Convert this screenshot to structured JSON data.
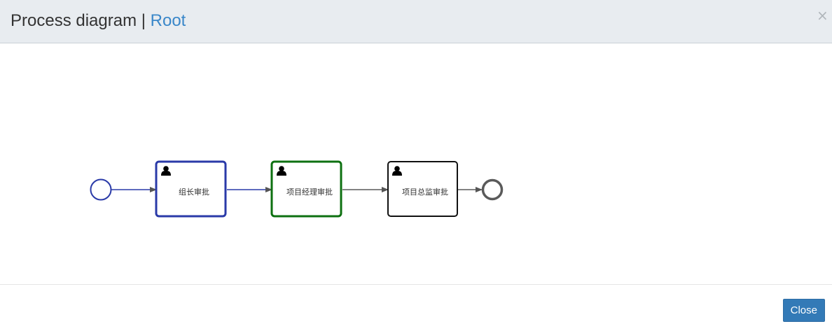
{
  "modal": {
    "title_prefix": "Process diagram | ",
    "title_link": "Root",
    "close_symbol": "×",
    "close_button_label": "Close"
  },
  "diagram": {
    "start_event": {
      "type": "start-event"
    },
    "end_event": {
      "type": "end-event"
    },
    "tasks": [
      {
        "label": "组长审批",
        "status": "active",
        "color": "#2a3aa8",
        "icon": "user-icon"
      },
      {
        "label": "项目经理审批",
        "status": "current",
        "color": "#0d7010",
        "icon": "user-icon"
      },
      {
        "label": "项目总监审批",
        "status": "pending",
        "color": "#111111",
        "icon": "user-icon"
      }
    ],
    "colors": {
      "visited_flow": "#2a3aa8",
      "pending_flow": "#5a5a5a",
      "end_event": "#5a5a5a"
    }
  }
}
